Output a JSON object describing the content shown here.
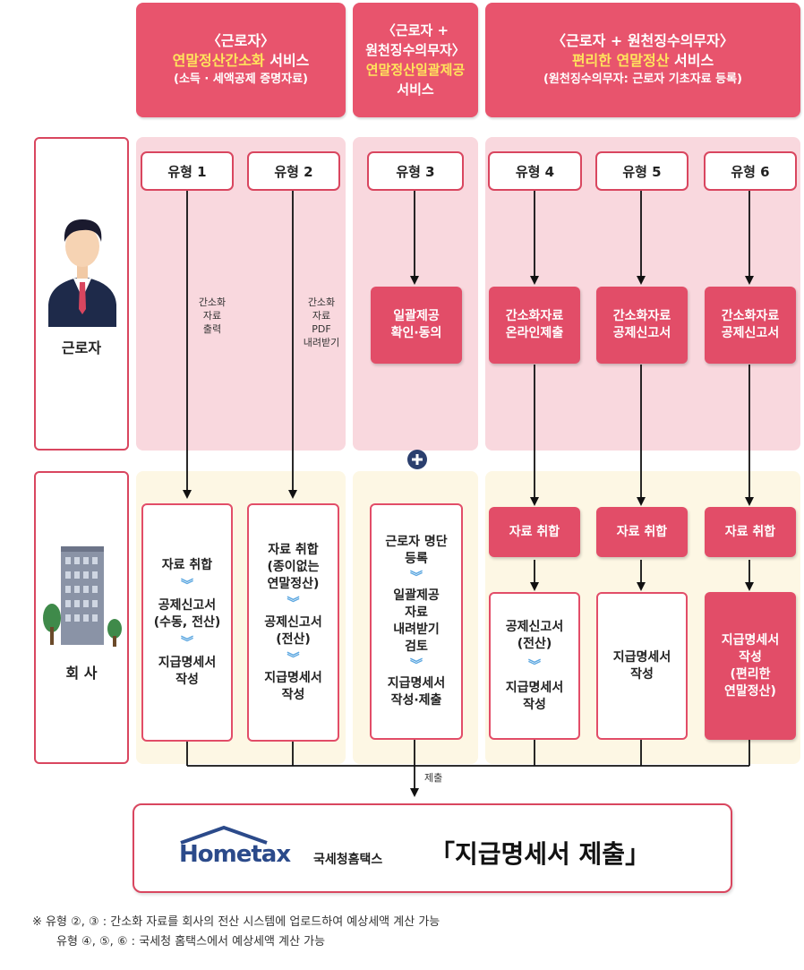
{
  "headers": [
    {
      "line1": "〈근로자〉",
      "line2": "연말정산간소화",
      "line2b": " 서비스",
      "line3": "(소득 · 세액공제 증명자료)"
    },
    {
      "line1": "〈근로자 +",
      "line2": "원천징수의무자〉",
      "line3": "연말정산일괄제공",
      "line4": "서비스"
    },
    {
      "line1": "〈근로자 + 원천징수의무자〉",
      "line2": "편리한 연말정산",
      "line2b": " 서비스",
      "line3": "(원천징수의무자: 근로자 기초자료 등록)"
    }
  ],
  "rows": {
    "worker": "근로자",
    "company": "회 사"
  },
  "types": [
    "유형 1",
    "유형 2",
    "유형 3",
    "유형 4",
    "유형 5",
    "유형 6"
  ],
  "worker_steps": {
    "t1": "간소화\n자료\n출력",
    "t2": "간소화\n자료\nPDF\n내려받기",
    "t3": "일괄제공\n확인·동의",
    "t4": "간소화자료\n온라인제출",
    "t5": "간소화자료\n공제신고서",
    "t6": "간소화자료\n공제신고서"
  },
  "company_steps": {
    "t1": [
      "자료 취합",
      "공제신고서\n(수동, 전산)",
      "지급명세서\n작성"
    ],
    "t2": [
      "자료 취합\n(종이없는\n연말정산)",
      "공제신고서\n(전산)",
      "지급명세서\n작성"
    ],
    "t3": [
      "근로자 명단\n등록",
      "일괄제공\n자료\n내려받기\n검토",
      "지급명세서\n작성·제출"
    ],
    "t4_collect": "자료 취합",
    "t5_collect": "자료 취합",
    "t6_collect": "자료 취합",
    "t4": [
      "공제신고서\n(전산)",
      "지급명세서\n작성"
    ],
    "t5": "지급명세서\n작성",
    "t6": "지급명세서\n작성\n(편리한\n연말정산)"
  },
  "submit_label": "제출",
  "hometax": {
    "logo": "Hometax",
    "tagline": "국세청홈택스",
    "title": "「지급명세서 제출」"
  },
  "notes": [
    "※ 유형 ②, ③ : 간소화 자료를 회사의 전산 시스템에 업로드하여 예상세액 계산 가능",
    "유형 ④, ⑤, ⑥ : 국세청 홈택스에서 예상세액 계산 가능"
  ],
  "colors": {
    "accent": "#e24d68",
    "pink_zone": "#f9d8de",
    "cream_zone": "#fdf7e4",
    "chevron": "#5aa6e0"
  }
}
